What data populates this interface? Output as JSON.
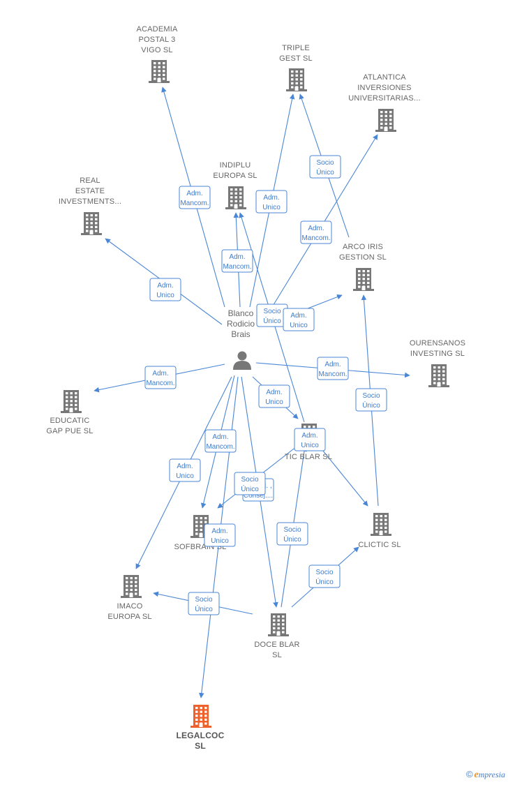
{
  "colors": {
    "edge": "#4a86d6",
    "building": "#777777",
    "highlight": "#f0602a"
  },
  "person": {
    "id": "blanco",
    "lines": [
      "Blanco",
      "Rodicio",
      "Brais"
    ],
    "icon": "person-icon"
  },
  "companies": [
    {
      "id": "academia",
      "lines": [
        "ACADEMIA",
        "POSTAL 3",
        "VIGO SL"
      ]
    },
    {
      "id": "triple",
      "lines": [
        "TRIPLE",
        "GEST  SL"
      ]
    },
    {
      "id": "atlantica",
      "lines": [
        "ATLANTICA",
        "INVERSIONES",
        "UNIVERSITARIAS..."
      ]
    },
    {
      "id": "indiplu",
      "lines": [
        "INDIPLU",
        "EUROPA  SL"
      ]
    },
    {
      "id": "real",
      "lines": [
        "REAL",
        "ESTATE",
        "INVESTMENTS..."
      ]
    },
    {
      "id": "arco",
      "lines": [
        "ARCO IRIS",
        "GESTION  SL"
      ]
    },
    {
      "id": "ourensanos",
      "lines": [
        "OURENSANOS",
        "INVESTING  SL"
      ]
    },
    {
      "id": "educatic",
      "lines": [
        "EDUCATIC",
        "GAP PUE SL"
      ]
    },
    {
      "id": "tic",
      "lines": [
        "TIC BLAR  SL"
      ]
    },
    {
      "id": "clictic",
      "lines": [
        "CLICTIC SL"
      ]
    },
    {
      "id": "sofbrain",
      "lines": [
        "SOFBRAIN  SL"
      ]
    },
    {
      "id": "imaco",
      "lines": [
        "IMACO",
        "EUROPA  SL"
      ]
    },
    {
      "id": "doce",
      "lines": [
        "DOCE BLAR",
        "SL"
      ]
    },
    {
      "id": "legalcoc",
      "lines": [
        "LEGALCOC",
        "SL"
      ],
      "highlight": true
    }
  ],
  "edges": [
    {
      "from": "blanco",
      "to": "academia",
      "label": [
        "Adm.",
        "Mancom."
      ]
    },
    {
      "from": "blanco",
      "to": "triple",
      "label": [
        "Adm.",
        "Unico"
      ]
    },
    {
      "from": "arco",
      "to": "triple",
      "label": [
        "Socio",
        "Único"
      ]
    },
    {
      "from": "blanco",
      "to": "atlantica",
      "label": [
        "Adm.",
        "Mancom."
      ]
    },
    {
      "from": "blanco",
      "to": "indiplu",
      "label": [
        "Adm.",
        "Mancom."
      ]
    },
    {
      "from": "tic",
      "to": "indiplu",
      "label": [
        "Socio",
        "Único"
      ]
    },
    {
      "from": "blanco",
      "to": "real",
      "label": [
        "Adm.",
        "Unico"
      ]
    },
    {
      "from": "blanco",
      "to": "arco",
      "label": [
        "Adm.",
        "Unico"
      ]
    },
    {
      "from": "blanco",
      "to": "ourensanos",
      "label": [
        "Adm.",
        "Mancom."
      ]
    },
    {
      "from": "blanco",
      "to": "educatic",
      "label": [
        "Adm.",
        "Mancom."
      ]
    },
    {
      "from": "blanco",
      "to": "tic",
      "label": [
        "Adm.",
        "Unico"
      ]
    },
    {
      "from": "tic",
      "to": "clictic",
      "label": [
        "Adm.",
        "Unico"
      ]
    },
    {
      "from": "clictic",
      "to": "arco",
      "label": [
        "Socio",
        "Único"
      ]
    },
    {
      "from": "blanco",
      "to": "sofbrain",
      "label": [
        "Adm.",
        "Mancom."
      ]
    },
    {
      "from": "tic",
      "to": "sofbrain",
      "label": [
        "Consej. ,",
        "Consej...."
      ]
    },
    {
      "from": "blanco",
      "to": "imaco",
      "label": [
        "Adm.",
        "Unico"
      ]
    },
    {
      "from": "blanco",
      "to": "doce",
      "label": [
        "Socio",
        "Único"
      ]
    },
    {
      "from": "doce",
      "to": "tic",
      "label": [
        "Socio",
        "Único"
      ]
    },
    {
      "from": "doce",
      "to": "clictic",
      "label": [
        "Socio",
        "Único"
      ]
    },
    {
      "from": "doce",
      "to": "imaco",
      "label": [
        "Socio",
        "Único"
      ]
    },
    {
      "from": "blanco",
      "to": "legalcoc",
      "label": [
        "Adm.",
        "Unico"
      ]
    }
  ],
  "brand": {
    "copyright": "©",
    "initial": "e",
    "rest": "mpresia"
  }
}
